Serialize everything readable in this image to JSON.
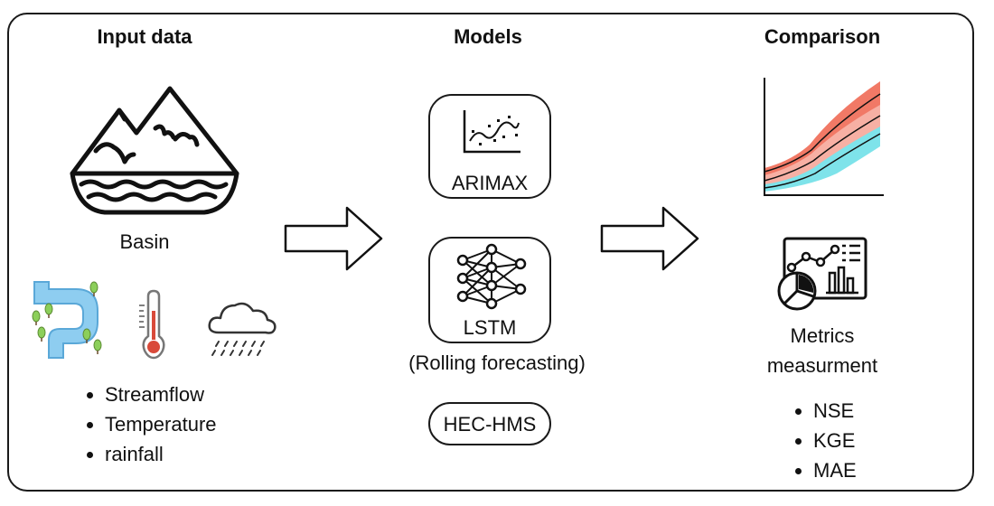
{
  "headings": {
    "input": "Input data",
    "models": "Models",
    "comparison": "Comparison"
  },
  "input": {
    "basin_label": "Basin",
    "bullets": [
      "Streamflow",
      "Temperature",
      "rainfall"
    ]
  },
  "models": {
    "arimax": "ARIMAX",
    "lstm": "LSTM",
    "lstm_sub": "(Rolling forecasting)",
    "hechms": "HEC-HMS"
  },
  "comparison": {
    "metrics_line1": "Metrics",
    "metrics_line2": "measurment",
    "bullets": [
      "NSE",
      "KGE",
      "MAE"
    ]
  },
  "colors": {
    "river": "#8ecdf0",
    "tree": "#8ccf5a",
    "thermo_red": "#d94a3a",
    "band_red": "#f06a55",
    "band_pink": "#f7b0a4",
    "band_cyan": "#7ee3ea"
  }
}
